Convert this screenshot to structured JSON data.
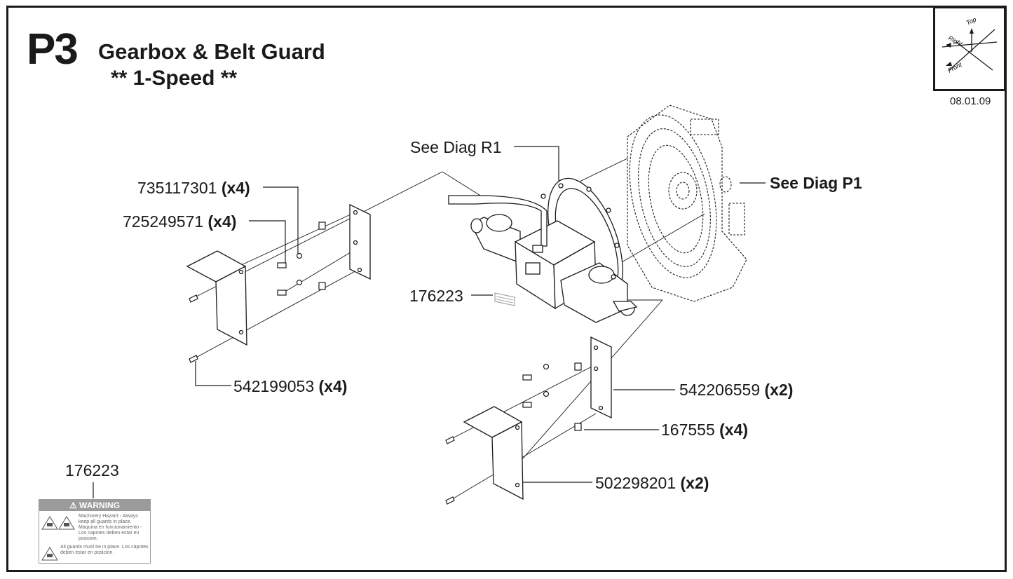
{
  "header": {
    "code": "P3",
    "title": "Gearbox & Belt Guard",
    "subtitle": "** 1-Speed **",
    "date": "08.01.09"
  },
  "orientation": {
    "top": "Top",
    "right": "Right",
    "front": "Front"
  },
  "callouts": {
    "diag_r1": "See Diag R1",
    "diag_p1": "See Diag P1",
    "p735117301": {
      "part": "735117301",
      "qty": "(x4)"
    },
    "p725249571": {
      "part": "725249571",
      "qty": "(x4)"
    },
    "p176223_decal": {
      "part": "176223"
    },
    "p542199053": {
      "part": "542199053",
      "qty": "(x4)"
    },
    "p542206559": {
      "part": "542206559",
      "qty": "(x2)"
    },
    "p167555": {
      "part": "167555",
      "qty": "(x4)"
    },
    "p502298201": {
      "part": "502298201",
      "qty": "(x2)"
    }
  },
  "warning_decal": {
    "part": "176223",
    "heading": "WARNING",
    "text1": "Machinery Hazard - Always keep all guards in place. Maquina en funcionamiento - Los capotes deben estar en posicion.",
    "text2": "All guards must be in place. Los capotes deben estar en posicion."
  }
}
